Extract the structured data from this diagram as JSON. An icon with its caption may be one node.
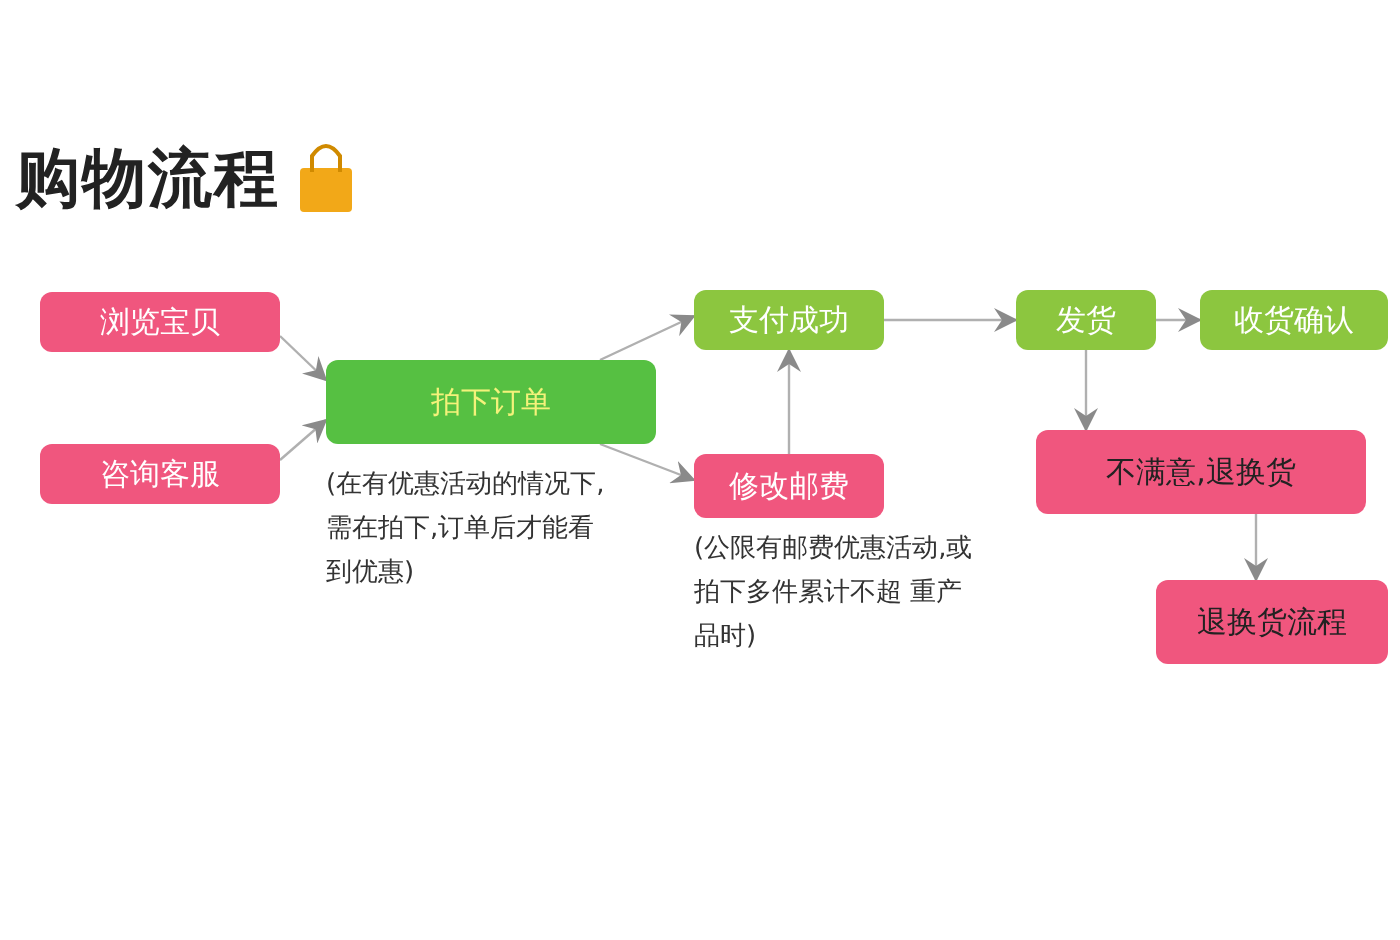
{
  "diagram": {
    "title": "购物流程",
    "nodes": [
      {
        "text": [
          "浏览宝贝"
        ]
      },
      {
        "text": [
          "咨询客服"
        ]
      },
      {
        "text": [
          "拍下订单"
        ],
        "beside": [
          "(在有优惠活动的情况下,需在拍下,订单后才能看到优惠)"
        ]
      },
      {
        "text": [
          "支付成功"
        ]
      },
      {
        "text": [
          "修改邮费"
        ],
        "beside": [
          "(公限有邮费优惠活动,或拍下多件累计不超 重产品时)"
        ]
      },
      {
        "text": [
          "发货"
        ]
      },
      {
        "text": [
          "收货确认"
        ]
      },
      {
        "text": [
          "不满意,退换货"
        ]
      },
      {
        "text": [
          "退换货流程"
        ]
      }
    ],
    "edges": [
      {
        "from": 0,
        "to": 2,
        "arrow": "to"
      },
      {
        "from": 1,
        "to": 2,
        "arrow": "to"
      },
      {
        "from": 2,
        "to": 3,
        "arrow": "to"
      },
      {
        "from": 2,
        "to": 4,
        "arrow": "to"
      },
      {
        "from": 4,
        "to": 3,
        "arrow": "to"
      },
      {
        "from": 3,
        "to": 5,
        "arrow": "to"
      },
      {
        "from": 5,
        "to": 6,
        "arrow": "to"
      },
      {
        "from": 5,
        "to": 7,
        "arrow": "to"
      },
      {
        "from": 7,
        "to": 8,
        "arrow": "to"
      }
    ]
  }
}
